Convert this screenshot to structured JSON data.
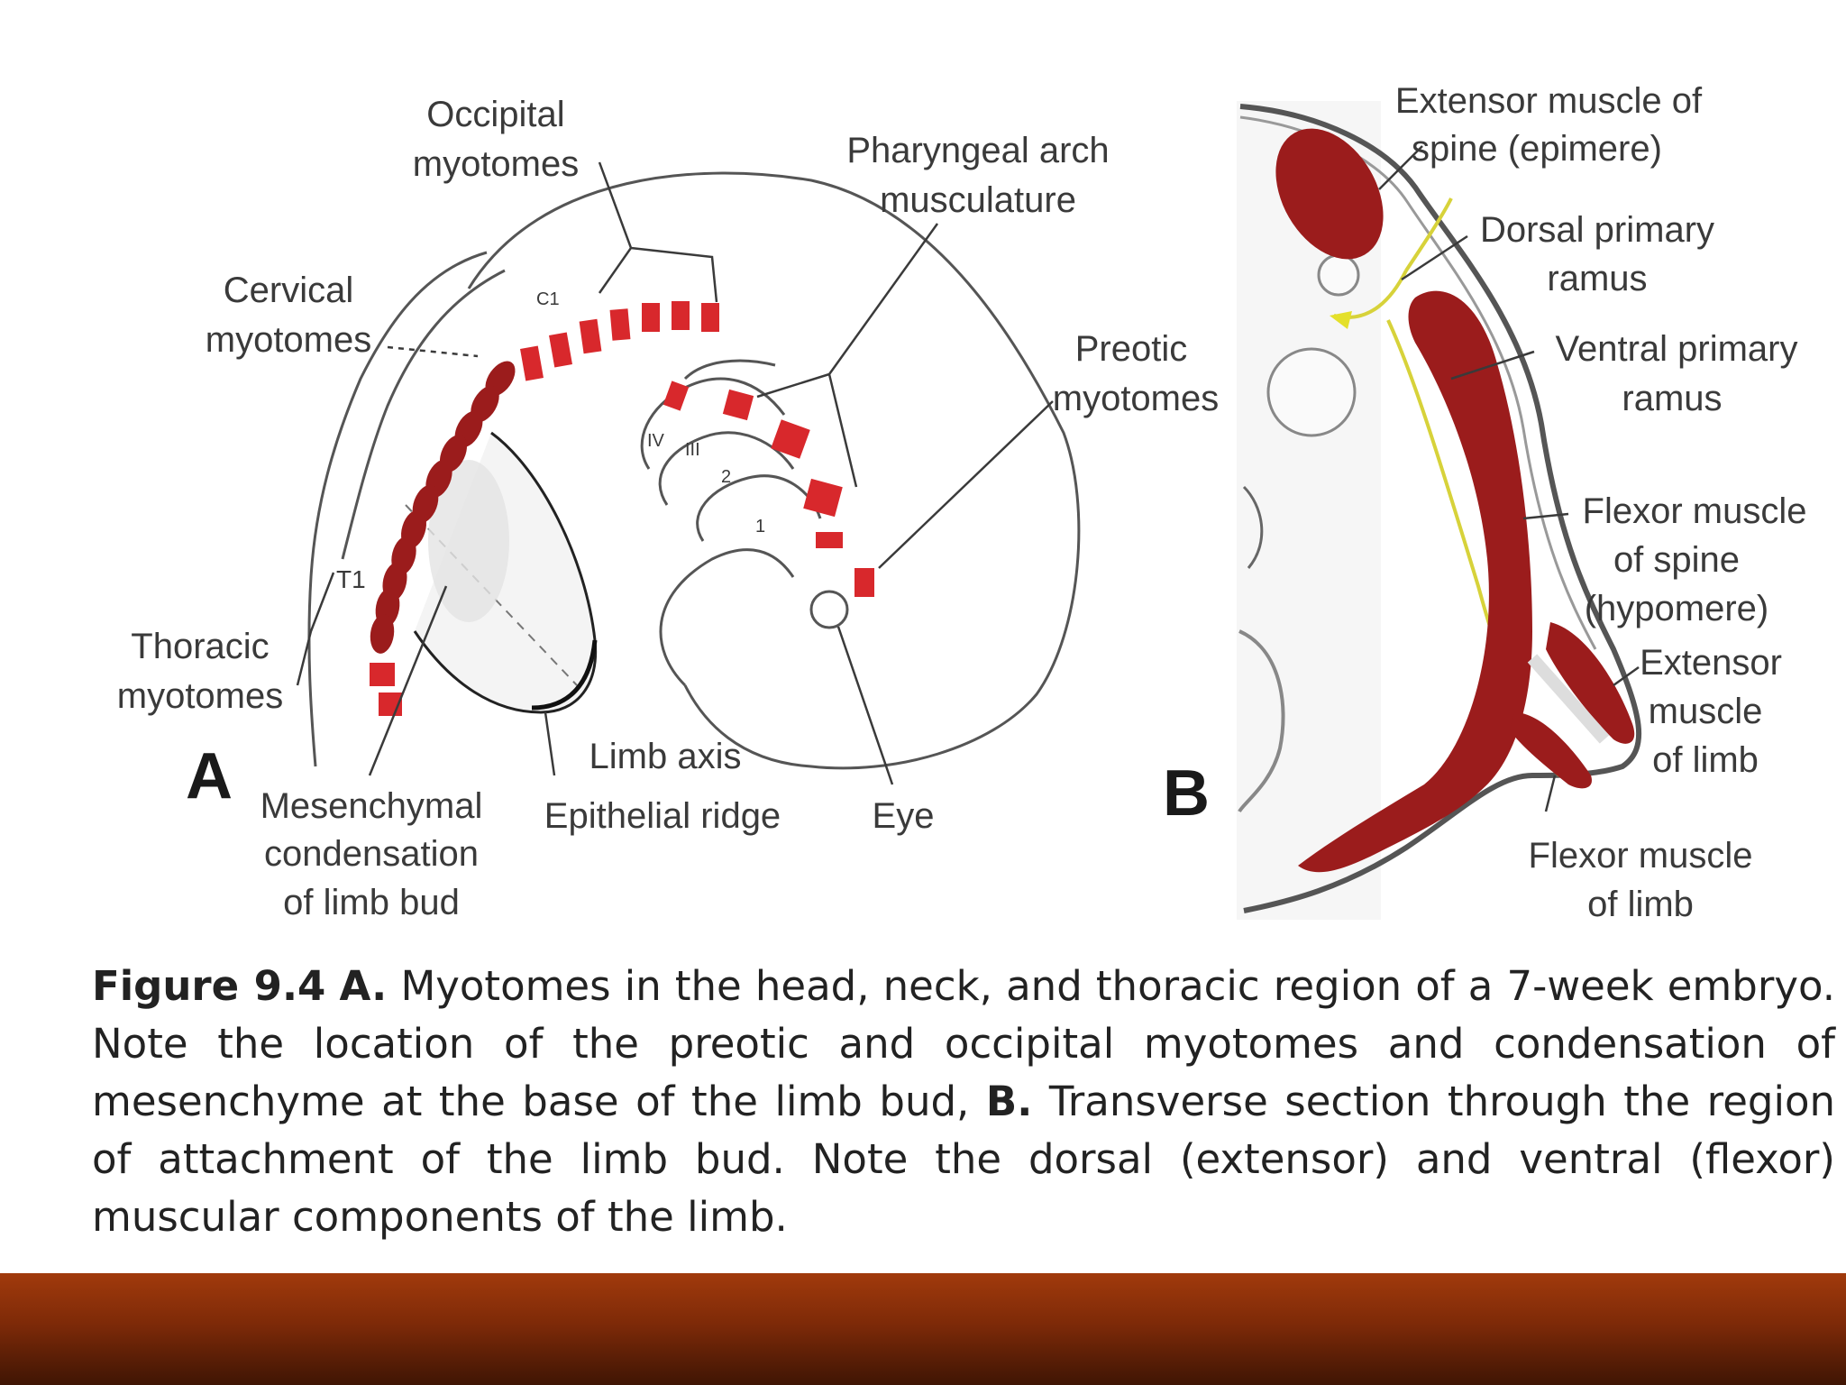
{
  "figure": {
    "panel_a_letter": "A",
    "panel_b_letter": "B",
    "panel_a": {
      "occipital_1": "Occipital",
      "occipital_2": "myotomes",
      "pharyngeal_1": "Pharyngeal arch",
      "pharyngeal_2": "musculature",
      "cervical_1": "Cervical",
      "cervical_2": "myotomes",
      "preotic_1": "Preotic",
      "preotic_2": "myotomes",
      "thoracic_1": "Thoracic",
      "thoracic_2": "myotomes",
      "t1": "T1",
      "c1": "C1",
      "arch_4": "IV",
      "arch_3": "III",
      "arch_2": "2",
      "arch_1": "1",
      "limb_axis": "Limb axis",
      "mesenchymal_1": "Mesenchymal",
      "mesenchymal_2": "condensation",
      "mesenchymal_3": "of limb bud",
      "epithelial": "Epithelial ridge",
      "eye": "Eye"
    },
    "panel_b": {
      "ext_spine_1": "Extensor muscle of",
      "ext_spine_2": "spine (epimere)",
      "dorsal_1": "Dorsal primary",
      "dorsal_2": "ramus",
      "ventral_1": "Ventral primary",
      "ventral_2": "ramus",
      "flex_spine_1": "Flexor muscle",
      "flex_spine_2": "of spine",
      "flex_spine_3": "(hypomere)",
      "ext_limb_1": "Extensor",
      "ext_limb_2": "muscle",
      "ext_limb_3": "of limb",
      "flex_limb_1": "Flexor muscle",
      "flex_limb_2": "of limb"
    }
  },
  "caption": {
    "fig_label": "Figure 9.4",
    "a_label": "A.",
    "a_text": "Myotomes in the head, neck, and thoracic region of a 7-week embryo. Note the location of the preotic and occipital myotomes and condensation of mesenchyme at the base of the limb bud,",
    "b_label": "B.",
    "b_text": "Transverse section through the region of attachment of the limb bud. Note the dorsal (extensor) and ventral (flexor) muscular components of the limb."
  },
  "colors": {
    "muscle": "#9b1c1c",
    "muscle_bright": "#d8282c",
    "nerve": "#d7d23a",
    "footer": "#8a2f0a"
  }
}
